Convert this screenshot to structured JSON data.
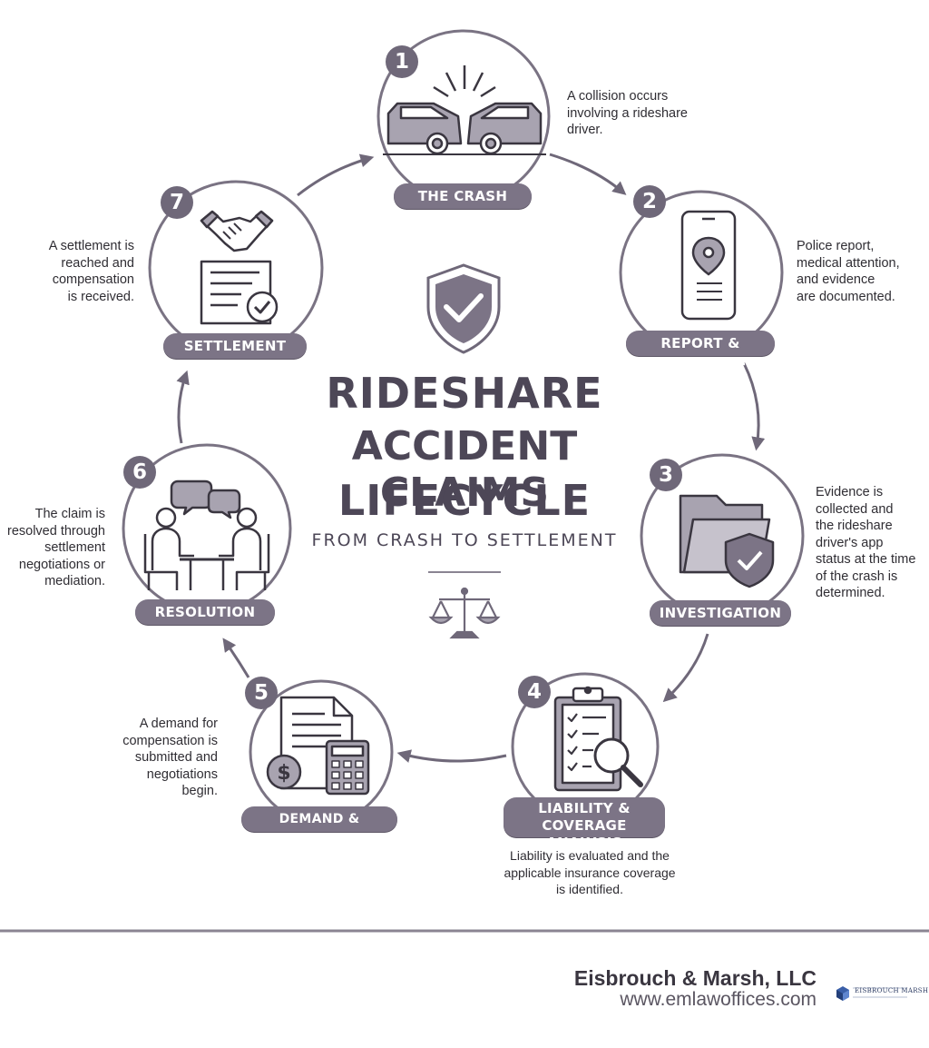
{
  "title": {
    "line1": "RIDESHARE",
    "line2": "ACCIDENT CLAIMS",
    "line3": "LIFECYCLE",
    "subtitle": "FROM CRASH TO SETTLEMENT"
  },
  "steps": [
    {
      "number": "1",
      "label": "THE CRASH",
      "description": "A collision occurs\ninvolving a rideshare\ndriver."
    },
    {
      "number": "2",
      "label": "REPORT & DOCUMENT",
      "description": "Police report,\nmedical attention,\nand evidence\nare documented."
    },
    {
      "number": "3",
      "label": "INVESTIGATION",
      "description": "Evidence is\ncollected and\nthe rideshare\ndriver's app\nstatus at the time\nof the crash is\ndetermined."
    },
    {
      "number": "4",
      "label": "LIABILITY & COVERAGE\nANALYSIS",
      "description": "Liability is evaluated and the\napplicable insurance coverage\nis identified."
    },
    {
      "number": "5",
      "label": "DEMAND & NEGOTIATION",
      "description": "A demand for\ncompensation is\nsubmitted and\nnegotiations\nbegin."
    },
    {
      "number": "6",
      "label": "RESOLUTION",
      "description": "The claim is\nresolved through\nsettlement\nnegotiations or\nmediation."
    },
    {
      "number": "7",
      "label": "SETTLEMENT",
      "description": "A settlement is\nreached and\ncompensation\nis received."
    }
  ],
  "footer": {
    "firm_name": "Eisbrouch & Marsh, LLC",
    "website": "www.emlawoffices.com",
    "logo_text": "EISBROUCH MARSH"
  },
  "colors": {
    "accent": "#7c7486",
    "badge": "#6f6879",
    "ring": "#7a7383",
    "icon_fill": "#a8a3b0",
    "text": "#2f2d33"
  },
  "icons": [
    "car-crash-icon",
    "phone-location-icon",
    "folder-shield-icon",
    "clipboard-magnifier-icon",
    "calculator-document-icon",
    "meeting-conversation-icon",
    "handshake-contract-icon",
    "shield-check-icon",
    "scales-of-justice-icon",
    "firm-logo-icon"
  ]
}
